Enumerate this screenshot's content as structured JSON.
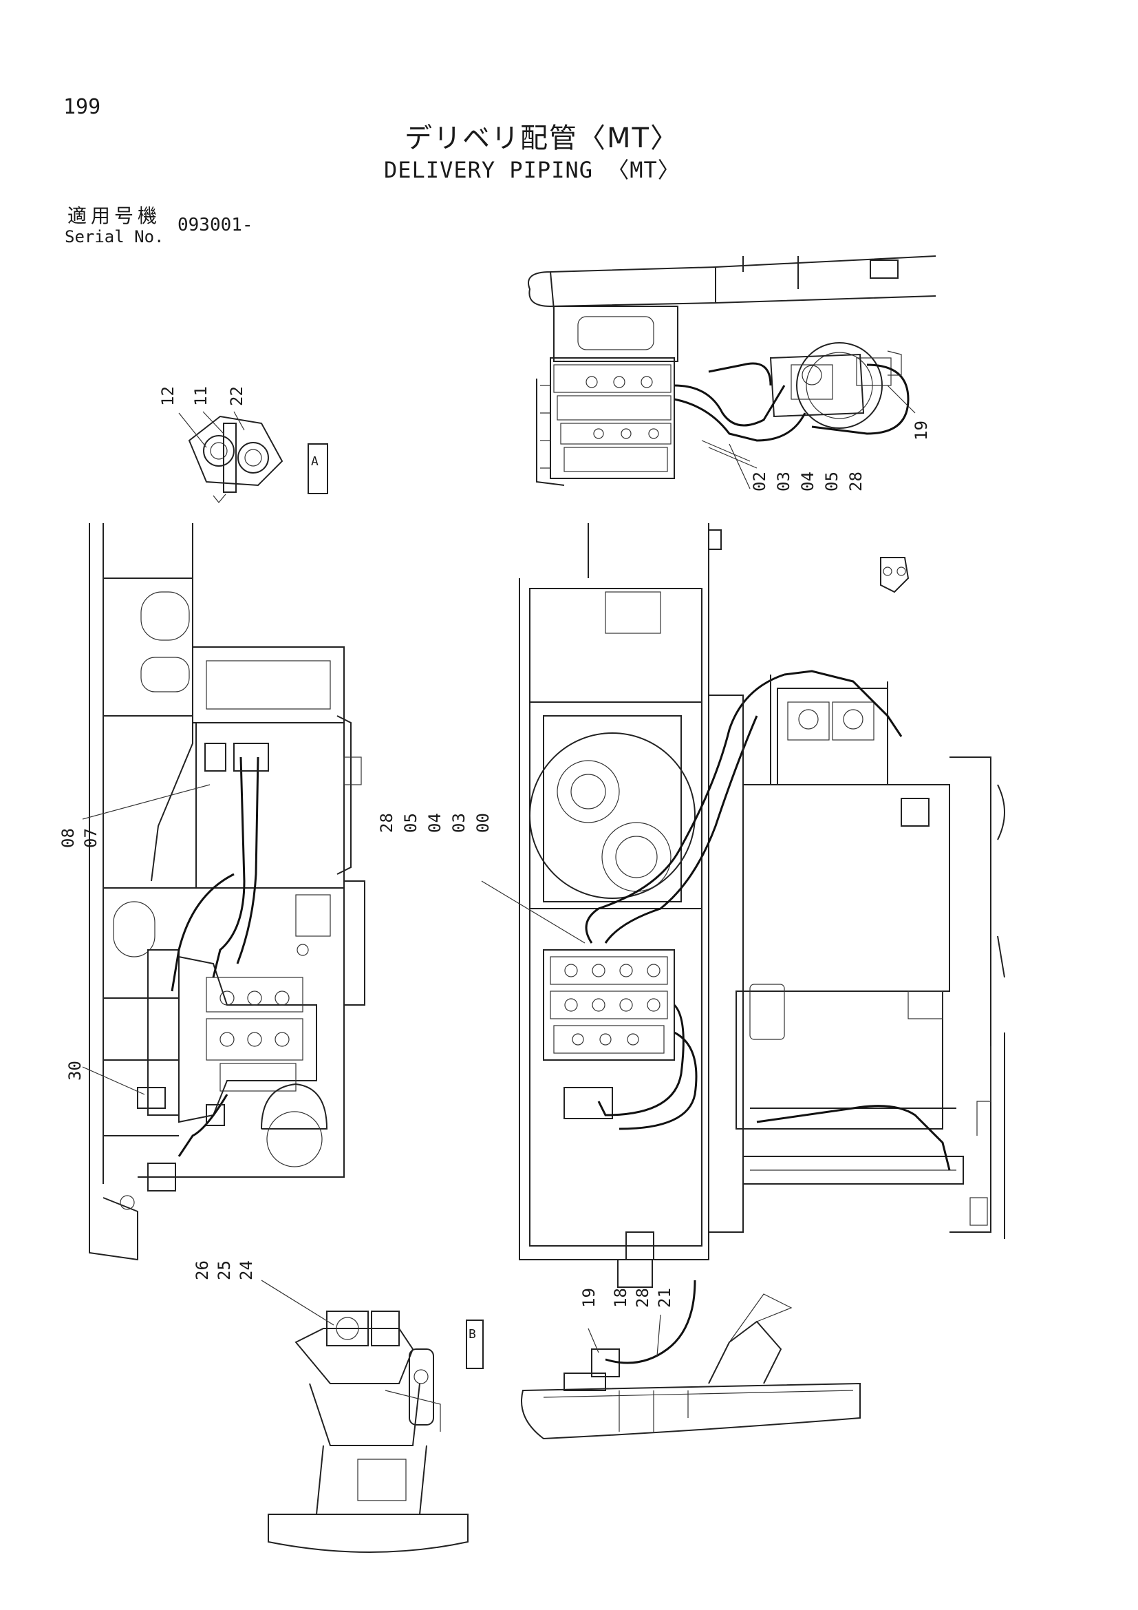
{
  "page_number": "199",
  "title_jp": "デリベリ配管〈MT〉",
  "title_en": "DELIVERY PIPING 〈MT〉",
  "serial": {
    "label_jp": "適用号機",
    "label_en": "Serial No.",
    "value": "093001-"
  },
  "section_tags": {
    "section_a": "A",
    "section_b": "B"
  },
  "callouts": {
    "top_left": [
      "12",
      "11",
      "22"
    ],
    "top_right_pump": [
      "19"
    ],
    "top_right_hoses": [
      "02",
      "03",
      "04",
      "05",
      "28"
    ],
    "left_mid": [
      "08",
      "07"
    ],
    "center": [
      "28",
      "05",
      "04",
      "03",
      "00"
    ],
    "left_lower": [
      "30"
    ],
    "bottom_left": [
      "26",
      "25",
      "24"
    ],
    "bottom_right": [
      "19",
      "18",
      "28",
      "21"
    ]
  }
}
